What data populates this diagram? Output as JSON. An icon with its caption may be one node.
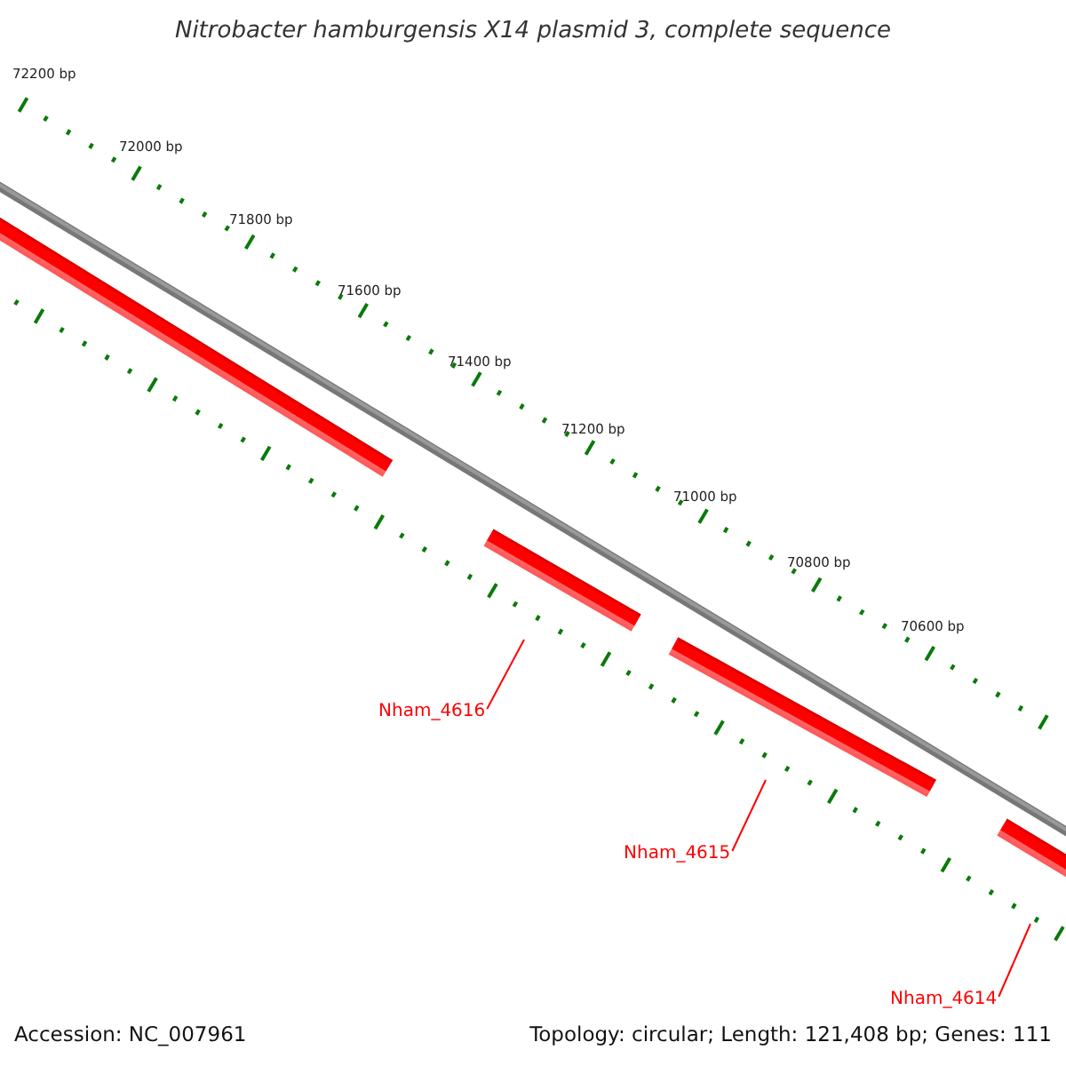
{
  "diagram": {
    "title": "Nitrobacter hamburgensis X14 plasmid 3, complete sequence",
    "nodes": [
      {
        "text": [],
        "shape": "bar"
      },
      {
        "text": [],
        "shape": "bar"
      },
      {
        "text": [],
        "shape": "bar"
      },
      {
        "text": [],
        "shape": "bar"
      },
      {
        "text": [
          "Nham_4616"
        ]
      },
      {
        "text": [
          "Nham_4615"
        ]
      },
      {
        "text": [
          "Nham_4614"
        ]
      }
    ],
    "edges": [
      {
        "from": 4,
        "to": 1,
        "arrow": "none"
      },
      {
        "from": 5,
        "to": 2,
        "arrow": "none"
      },
      {
        "from": 6,
        "to": 3,
        "arrow": "none"
      }
    ],
    "labels": [
      "72200 bp",
      "72000 bp",
      "71800 bp",
      "71600 bp",
      "71400 bp",
      "71200 bp",
      "71000 bp",
      "70800 bp",
      "70600 bp",
      "Accession: NC_007961",
      "Topology: circular; Length: 121,408 bp; Genes: 111"
    ]
  }
}
